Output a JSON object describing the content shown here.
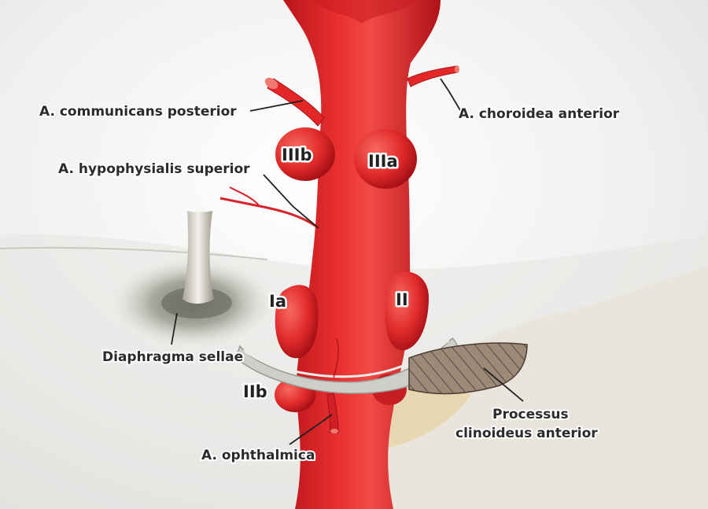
{
  "labels": {
    "communicans_posterior": "A. communicans posterior",
    "choroidea_anterior": "A. choroidea anterior",
    "hypophysialis_superior": "A. hypophysialis superior",
    "diaphragma_sellae": "Diaphragma sellae",
    "ophthalmica": "A. ophthalmica",
    "processus_line1": "Processus",
    "processus_line2": "clinoideus anterior"
  },
  "aneurysm_types": {
    "IIIb": "IIIb",
    "IIIa": "IIIa",
    "Ia": "Ia",
    "II": "II",
    "IIb": "IIb"
  },
  "colors": {
    "artery": "#e32626",
    "artery_dark": "#b8141a",
    "bone_hatch": "#8c7a6a",
    "background": "#ebebea"
  }
}
